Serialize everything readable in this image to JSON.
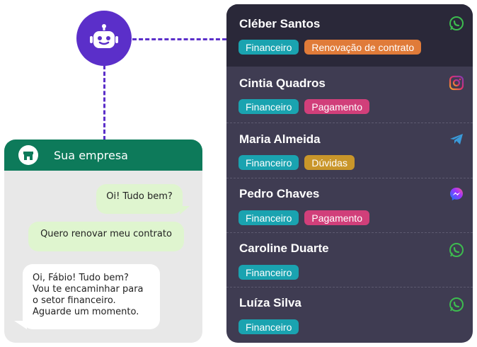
{
  "colors": {
    "bot": "#5b2fc9",
    "panel": "#3f3c52",
    "panel_active": "#2a2839",
    "chat_header": "#0d7a5a",
    "tag_financeiro": "#1aa3b0",
    "tag_renovacao": "#e07b39",
    "tag_pagamento": "#d13f7a",
    "tag_duvidas": "#c9962a"
  },
  "bot": {
    "icon": "robot-icon"
  },
  "chat": {
    "header_icon": "store-icon",
    "title": "Sua empresa",
    "messages": [
      {
        "direction": "outgoing",
        "text": "Oi! Tudo bem?"
      },
      {
        "direction": "outgoing",
        "text": "Quero renovar meu contrato"
      },
      {
        "direction": "incoming",
        "lines": [
          "Oi, Fábio! Tudo bem?",
          "Vou te encaminhar para",
          "o setor financeiro.",
          "Aguarde um momento."
        ]
      }
    ]
  },
  "contacts": [
    {
      "name": "Cléber Santos",
      "channel": "whatsapp-icon",
      "tags": [
        "Financeiro",
        "Renovação de contrato"
      ]
    },
    {
      "name": "Cintia Quadros",
      "channel": "instagram-icon",
      "tags": [
        "Financeiro",
        "Pagamento"
      ]
    },
    {
      "name": "Maria Almeida",
      "channel": "telegram-icon",
      "tags": [
        "Financeiro",
        "Dúvidas"
      ]
    },
    {
      "name": "Pedro Chaves",
      "channel": "messenger-icon",
      "tags": [
        "Financeiro",
        "Pagamento"
      ]
    },
    {
      "name": "Caroline Duarte",
      "channel": "whatsapp-icon",
      "tags": [
        "Financeiro"
      ]
    },
    {
      "name": "Luíza Silva",
      "channel": "whatsapp-icon",
      "tags": [
        "Financeiro"
      ]
    }
  ]
}
